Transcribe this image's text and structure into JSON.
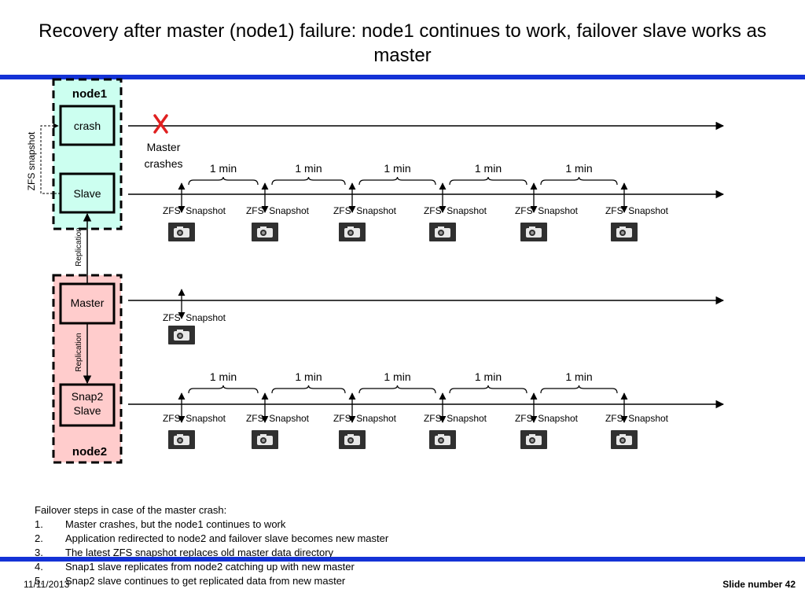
{
  "title": "Recovery after master (node1) failure: node1 continues to work,  failover slave works as master",
  "colors": {
    "rule": "#1432d6",
    "node1_fill": "#ccfff0",
    "node2_fill": "#ffcccc",
    "crash_mark": "#e02020"
  },
  "node1": {
    "label": "node1",
    "crash_box": "crash",
    "slave_box": "Slave",
    "zfs_snapshot_side": "ZFS snapshot"
  },
  "node2": {
    "label": "node2",
    "master_box": "Master",
    "snap2_box_line1": "Snap2",
    "snap2_box_line2": "Slave"
  },
  "replication_label": "Replication",
  "crash_note_line1": "Master",
  "crash_note_line2": "crashes",
  "interval_label": "1 min",
  "snapshot_label": "ZFS  Snapshot",
  "icons": {
    "camera": "camera-icon",
    "crash": "x-mark-icon"
  },
  "steps": {
    "heading": "Failover steps in case of the master crash:",
    "items": [
      {
        "num": "1.",
        "text": "Master crashes, but the node1 continues to work"
      },
      {
        "num": "2.",
        "text": "Application redirected to node2 and failover slave becomes new master"
      },
      {
        "num": "3.",
        "text": "The latest ZFS snapshot replaces old master data directory"
      },
      {
        "num": "4.",
        "text": "Snap1 slave replicates from node2 catching up with new master"
      },
      {
        "num": "5.",
        "text": "Snap2 slave continues to get replicated data from new master"
      }
    ]
  },
  "footer": {
    "date": "11/11/2013",
    "slide": "Slide number 42"
  }
}
